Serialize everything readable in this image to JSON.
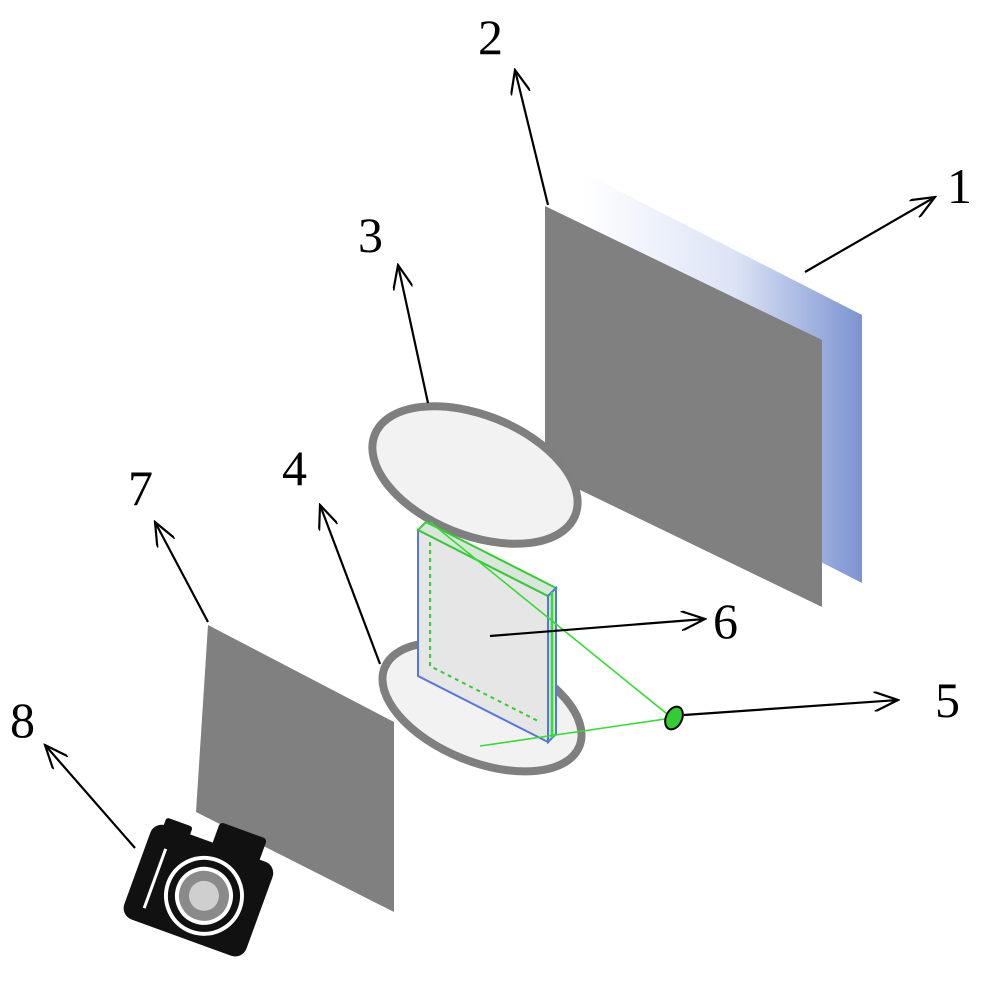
{
  "figure": {
    "callouts": [
      {
        "id": "light-source",
        "label": "1"
      },
      {
        "id": "polarizer",
        "label": "2"
      },
      {
        "id": "lens-3",
        "label": "3"
      },
      {
        "id": "lens-4",
        "label": "4"
      },
      {
        "id": "laser",
        "label": "5"
      },
      {
        "id": "sample",
        "label": "6"
      },
      {
        "id": "analyzer",
        "label": "7"
      },
      {
        "id": "camera",
        "label": "8"
      }
    ],
    "colors": {
      "panel_gray": "#808080",
      "lens_fill": "#f2f2f2",
      "lens_rim": "#7f7f7f",
      "backlight_blue": "#7b93d1",
      "laser_green": "#33dd33",
      "sample_outline": "#5577dd",
      "camera_black": "#111111"
    },
    "icons": [
      "camera-icon"
    ]
  }
}
